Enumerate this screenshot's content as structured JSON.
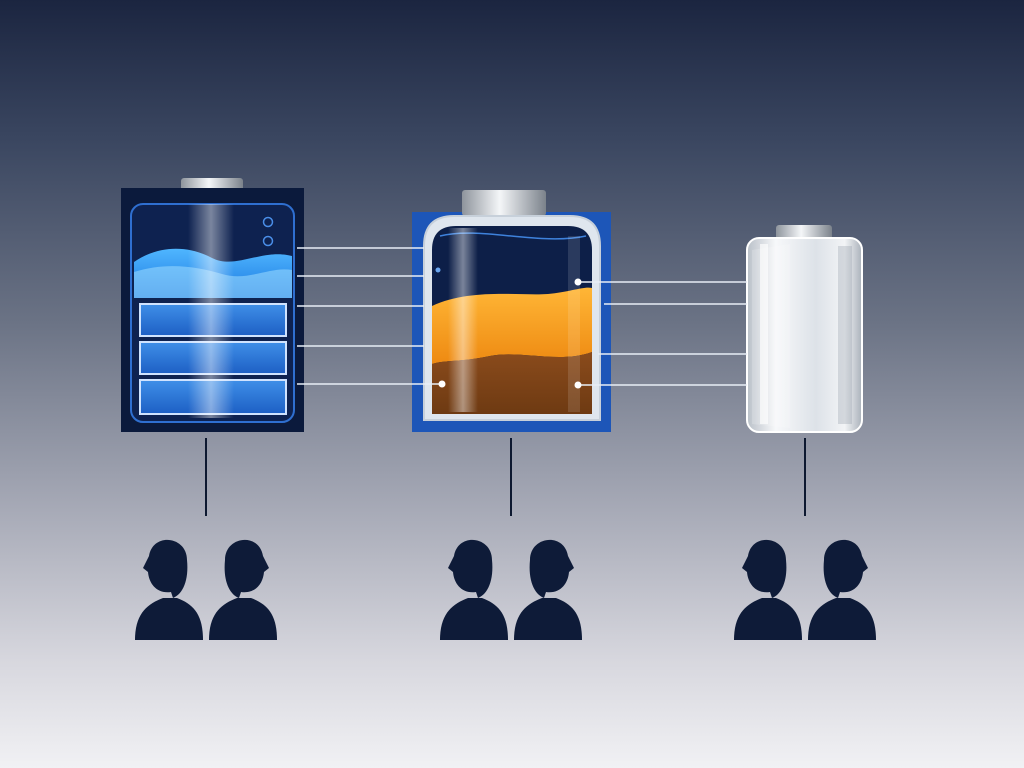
{
  "scene": {
    "batteries": [
      {
        "name": "blue-battery",
        "fill_level": 0.8,
        "fill_color": "#2f86e6"
      },
      {
        "name": "amber-battery",
        "fill_level": 0.6,
        "fill_color": "#f29a1a"
      },
      {
        "name": "silver-battery",
        "fill_level": 0,
        "fill_color": "#e4e8ee"
      }
    ],
    "user_groups": [
      {
        "name": "user-pair-1",
        "people": 2
      },
      {
        "name": "user-pair-2",
        "people": 2
      },
      {
        "name": "user-pair-3",
        "people": 2
      }
    ],
    "colors": {
      "navy": "#0b1a3c",
      "panel_blue": "#1d56b8",
      "silhouette": "#0e1b38",
      "connector": "#e8eef6"
    }
  }
}
